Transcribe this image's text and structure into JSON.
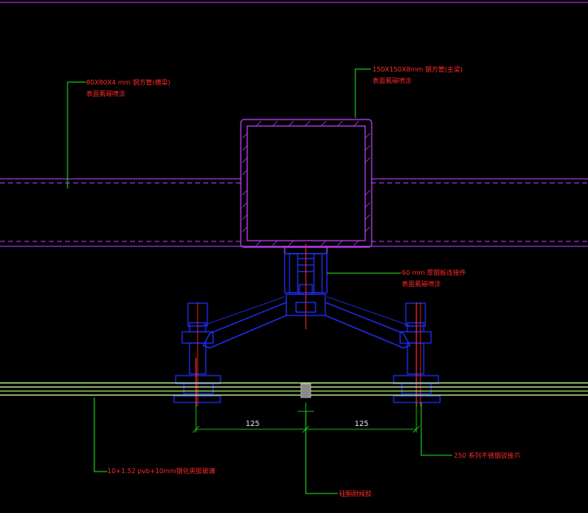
{
  "annotations": {
    "secondary_beam_spec": "80X80X4 mm 钢方管(横梁)",
    "secondary_beam_finish": "表面氟碳喷涂",
    "main_beam_spec": "150X150X8mm 钢方管(主梁)",
    "main_beam_finish": "表面氟碳喷涂",
    "connector_spec": "60 mm 厚钢板连接件",
    "connector_finish": "表面氟碳喷涂",
    "glass_spec": "10+1.52 pvb+10mm钢化夹胶玻璃",
    "fitting_spec": "250 系列不锈钢驳接爪",
    "sealant_spec": "硅酮耐候胶"
  },
  "dimensions": {
    "left_spacing": "125",
    "right_spacing": "125"
  },
  "colors": {
    "background": "#000000",
    "steel": "#c040ff",
    "fitting": "#2030ff",
    "leader": "#20e020",
    "glass": "#c8ff90",
    "text": "#ff2a2a",
    "dimension": "#e8e8e8"
  }
}
